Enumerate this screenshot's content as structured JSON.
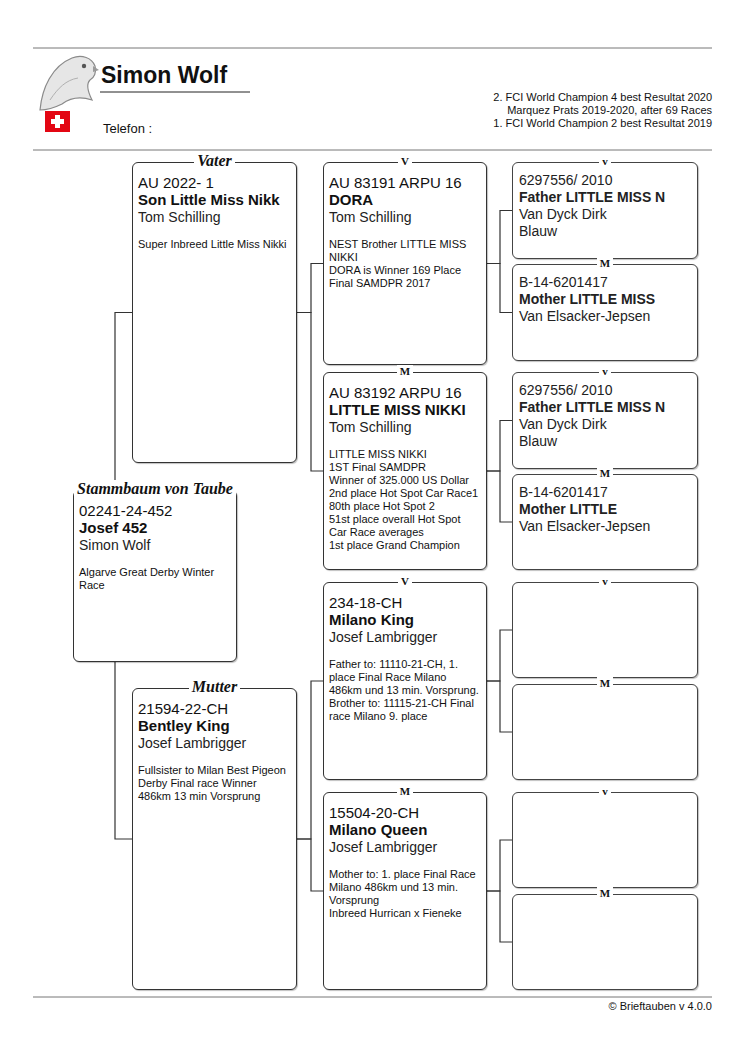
{
  "diagram": {
    "title": "Simon Wolf",
    "nodes": [
      {
        "text": [
          "Stammbaum von Taube",
          "02241-24-452",
          "Josef 452",
          "Simon Wolf",
          "Algarve Great Derby Winter Race"
        ]
      },
      {
        "text": [
          "Vater",
          "AU 2022- 1",
          "Son Little Miss Nikk",
          "Tom Schilling",
          "Super Inbreed Little Miss Nikki"
        ]
      },
      {
        "text": [
          "Mutter",
          "21594-22-CH",
          "Bentley King",
          "Josef Lambrigger",
          "Fullsister to Milan Best Pigeon Derby Final race Winner 486km 13 min Vorsprung"
        ]
      },
      {
        "text": [
          "V",
          "AU 83191 ARPU 16",
          "DORA",
          "Tom Schilling",
          "NEST Brother LITTLE MISS NIKKI",
          "DORA is Winner 169 Place Final SAMDPR 2017"
        ]
      },
      {
        "text": [
          "M",
          "AU 83192 ARPU 16",
          "LITTLE MISS NIKKI",
          "Tom Schilling",
          "LITTLE MISS NIKKI",
          "1ST Final SAMDPR",
          "Winner of 325.000 US Dollar",
          "2nd place Hot Spot Car Race1",
          "80th place Hot Spot 2",
          "51st place overall Hot Spot Car Race averages",
          "1st place Grand Champion"
        ]
      },
      {
        "text": [
          "V",
          "234-18-CH",
          "Milano King",
          "Josef Lambrigger",
          "Father to: 11110-21-CH, 1. place Final Race Milano 486km und 13 min. Vorsprung.",
          "Brother to: 11115-21-CH Final race Milano 9. place"
        ]
      },
      {
        "text": [
          "M",
          "15504-20-CH",
          "Milano Queen",
          "Josef Lambrigger",
          "Mother to: 1. place Final Race Milano 486km und 13 min. Vorsprung",
          "Inbreed Hurrican x Fieneke"
        ]
      },
      {
        "text": [
          "v",
          "6297556/ 2010",
          "Father LITTLE MISS N",
          "Van Dyck Dirk",
          "Blauw"
        ]
      },
      {
        "text": [
          "M",
          "B-14-6201417",
          "Mother LITTLE MISS",
          "Van Elsacker-Jepsen"
        ]
      },
      {
        "text": [
          "v",
          "6297556/ 2010",
          "Father LITTLE MISS N",
          "Van Dyck Dirk",
          "Blauw"
        ]
      },
      {
        "text": [
          "M",
          "B-14-6201417",
          "Mother LITTLE",
          "Van Elsacker-Jepsen"
        ]
      },
      {
        "text": [
          "v"
        ]
      },
      {
        "text": [
          "M"
        ]
      },
      {
        "text": [
          "v"
        ]
      },
      {
        "text": [
          "M"
        ]
      }
    ],
    "edges": [
      {
        "from": 0,
        "to": 1,
        "arrow": "none"
      },
      {
        "from": 0,
        "to": 2,
        "arrow": "none"
      },
      {
        "from": 1,
        "to": 3,
        "arrow": "none"
      },
      {
        "from": 1,
        "to": 4,
        "arrow": "none"
      },
      {
        "from": 2,
        "to": 5,
        "arrow": "none"
      },
      {
        "from": 2,
        "to": 6,
        "arrow": "none"
      },
      {
        "from": 3,
        "to": 7,
        "arrow": "none"
      },
      {
        "from": 3,
        "to": 8,
        "arrow": "none"
      },
      {
        "from": 4,
        "to": 9,
        "arrow": "none"
      },
      {
        "from": 4,
        "to": 10,
        "arrow": "none"
      },
      {
        "from": 5,
        "to": 11,
        "arrow": "none"
      },
      {
        "from": 5,
        "to": 12,
        "arrow": "none"
      },
      {
        "from": 6,
        "to": 13,
        "arrow": "none"
      },
      {
        "from": 6,
        "to": 14,
        "arrow": "none"
      }
    ],
    "labels": [
      "Telefon :",
      "2. FCI World Champion 4 best Resultat 2020",
      "Marquez Prats 2019-2020, after 69 Races",
      "1. FCI World Champion 2 best Resultat 2019",
      "© Brieftauben v 4.0.0"
    ]
  }
}
